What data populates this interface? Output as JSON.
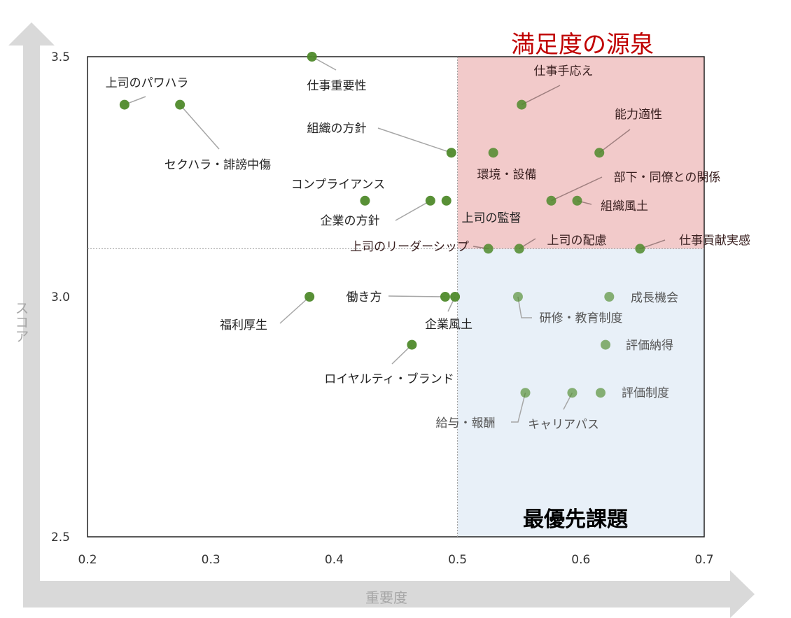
{
  "chart_data": {
    "type": "scatter",
    "xlabel": "重要度",
    "ylabel": "スコア",
    "xlim": [
      0.2,
      0.7
    ],
    "ylim": [
      2.5,
      3.5
    ],
    "xticks": [
      "0.2",
      "0.3",
      "0.4",
      "0.5",
      "0.6",
      "0.7"
    ],
    "yticks": [
      "2.5",
      "3.0",
      "3.5"
    ],
    "grid": false,
    "threshold_x": 0.5,
    "threshold_y": 3.1,
    "zones": [
      {
        "label": "満足度の源泉",
        "x": [
          0.5,
          0.7
        ],
        "y": [
          3.1,
          3.5
        ],
        "color": "#f2caca",
        "label_color": "#c00000"
      },
      {
        "label": "最優先課題",
        "x": [
          0.5,
          0.7
        ],
        "y": [
          2.5,
          3.1
        ],
        "color": "#e8f0f8",
        "label_color": "#000000"
      }
    ],
    "point_color": "#4f8a2b",
    "points": [
      {
        "label": "上司のパワハラ",
        "x": 0.23,
        "y": 3.4
      },
      {
        "label": "セクハラ・誹謗中傷",
        "x": 0.275,
        "y": 3.4
      },
      {
        "label": "仕事重要性",
        "x": 0.382,
        "y": 3.5
      },
      {
        "label": "組織の方針",
        "x": 0.495,
        "y": 3.3
      },
      {
        "label": "環境・設備",
        "x": 0.529,
        "y": 3.3
      },
      {
        "label": "仕事手応え",
        "x": 0.552,
        "y": 3.4
      },
      {
        "label": "能力適性",
        "x": 0.615,
        "y": 3.3
      },
      {
        "label": "コンプライアンス",
        "x": 0.425,
        "y": 3.2
      },
      {
        "label": "企業の方針",
        "x": 0.478,
        "y": 3.2
      },
      {
        "label": "上司の監督",
        "x": 0.491,
        "y": 3.2
      },
      {
        "label": "部下・同僚との関係",
        "x": 0.576,
        "y": 3.2
      },
      {
        "label": "組織風土",
        "x": 0.597,
        "y": 3.2
      },
      {
        "label": "上司のリーダーシップ",
        "x": 0.525,
        "y": 3.1
      },
      {
        "label": "上司の配慮",
        "x": 0.55,
        "y": 3.1
      },
      {
        "label": "仕事貢献実感",
        "x": 0.648,
        "y": 3.1
      },
      {
        "label": "福利厚生",
        "x": 0.38,
        "y": 3.0
      },
      {
        "label": "働き方",
        "x": 0.49,
        "y": 3.0
      },
      {
        "label": "企業風土",
        "x": 0.498,
        "y": 3.0
      },
      {
        "label": "研修・教育制度",
        "x": 0.549,
        "y": 3.0
      },
      {
        "label": "成長機会",
        "x": 0.623,
        "y": 3.0
      },
      {
        "label": "評価納得",
        "x": 0.62,
        "y": 2.9
      },
      {
        "label": "ロイヤルティ・ブランド",
        "x": 0.463,
        "y": 2.9
      },
      {
        "label": "給与・報酬",
        "x": 0.555,
        "y": 2.8
      },
      {
        "label": "キャリアパス",
        "x": 0.593,
        "y": 2.8
      },
      {
        "label": "評価制度",
        "x": 0.616,
        "y": 2.8
      }
    ]
  }
}
